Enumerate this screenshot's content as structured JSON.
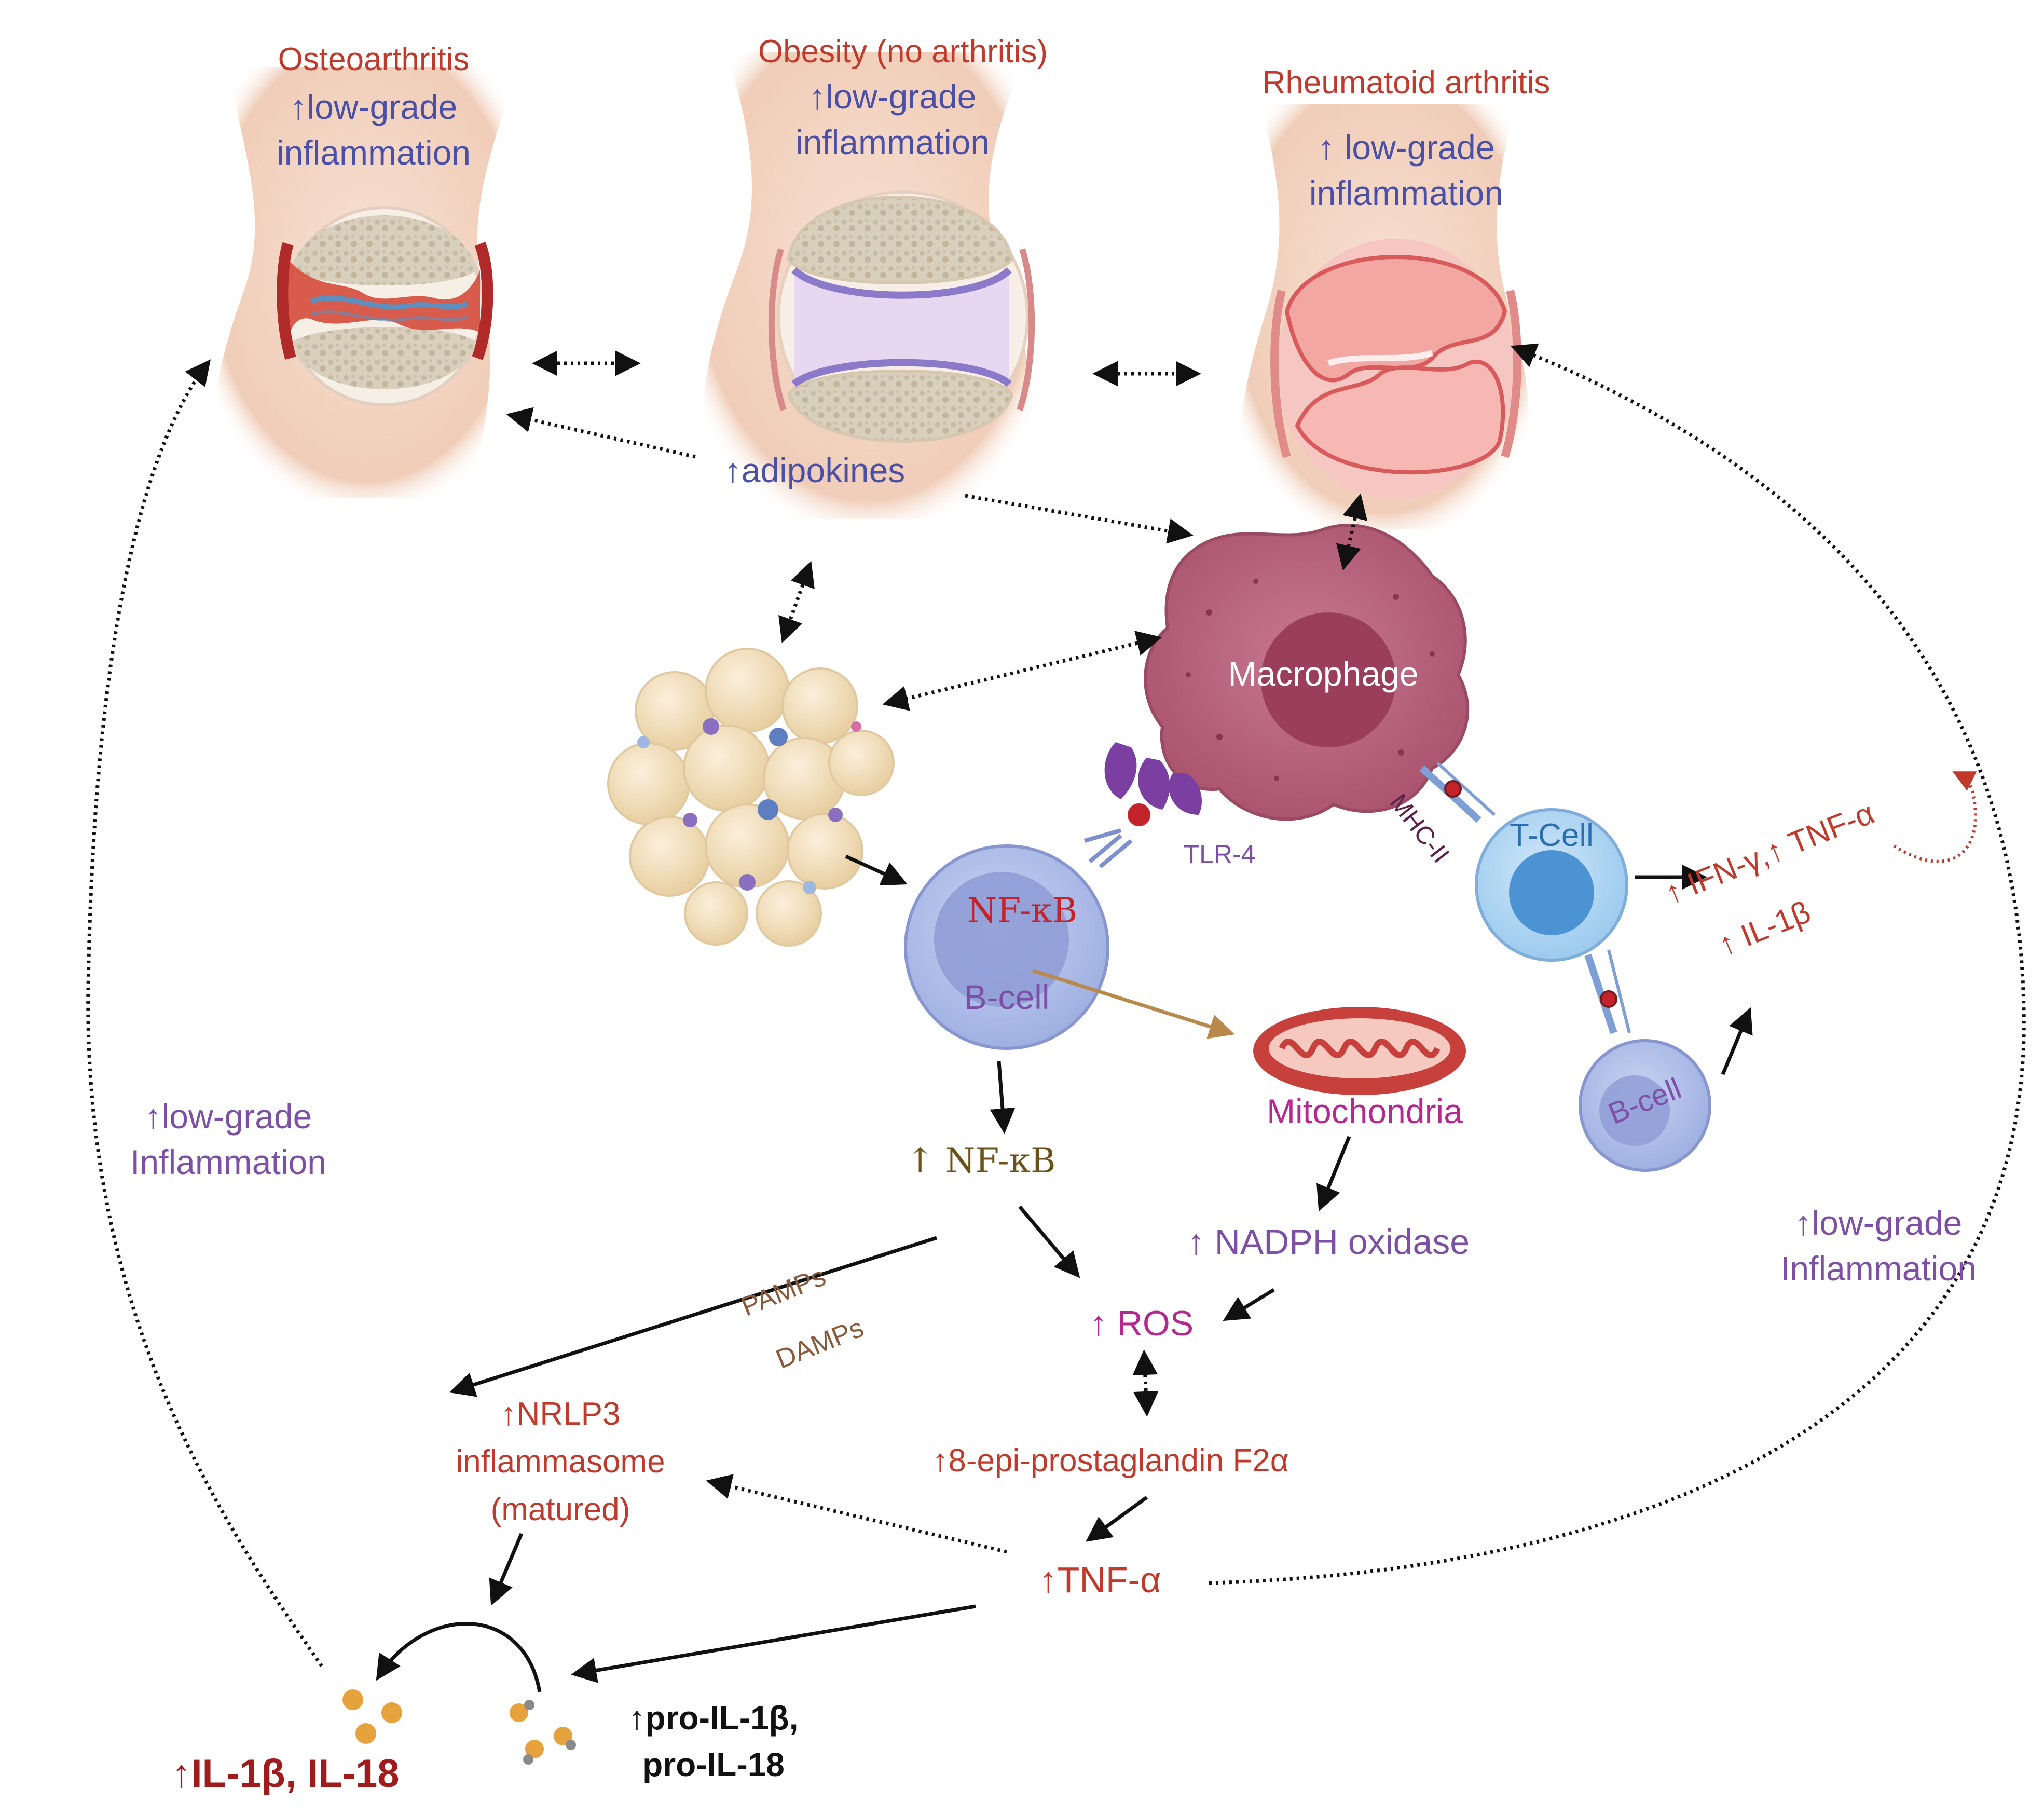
{
  "joints": {
    "osteoarthritis": {
      "title": "Osteoarthritis",
      "line1": "↑low-grade",
      "line2": "inflammation"
    },
    "obesity": {
      "title": "Obesity (no arthritis)",
      "line1": "↑low-grade",
      "line2": "inflammation",
      "adipokines": "↑adipokines"
    },
    "rheumatoid": {
      "title": "Rheumatoid arthritis",
      "line1": "↑ low-grade",
      "line2": "inflammation"
    }
  },
  "cells": {
    "macrophage": "Macrophage",
    "tcell": "T-Cell",
    "bcell_main": "B-cell",
    "bcell_small": "B-cell",
    "nfkb_in_cell": "NF-κB",
    "tlr4": "TLR-4",
    "mhc2": "MHC-II",
    "mitochondria": "Mitochondria"
  },
  "cytokines": {
    "line1": "↑ IFN-γ,↑ TNF-α",
    "line2": "↑ IL-1β"
  },
  "pathway": {
    "nfkb": "↑ NF-κB",
    "pamps": "PAMPs",
    "damps": "DAMPs",
    "nadph": "↑ NADPH oxidase",
    "ros": "↑ ROS",
    "nlrp3_1": "↑NRLP3",
    "nlrp3_2": "inflammasome",
    "nlrp3_3": "(matured)",
    "prostaglandin": "↑8-epi-prostaglandin F2α",
    "tnf": "↑TNF-α",
    "il_mature": "↑IL-1β, IL-18",
    "pro_il_1": "↑pro-IL-1β,",
    "pro_il_2": "pro-IL-18"
  },
  "side_labels": {
    "left_1": "↑low-grade",
    "left_2": "Inflammation",
    "right_1": "↑low-grade",
    "right_2": "Inflammation"
  },
  "colors": {
    "title_red": "#c0392b",
    "inflammation_blue": "#4a4fa8",
    "pathway_red": "#c0392b",
    "ros_magenta": "#b5288f",
    "purple_label": "#7d4fa6",
    "macrophage": "#b85c78",
    "skin": "#f3d6c4"
  }
}
